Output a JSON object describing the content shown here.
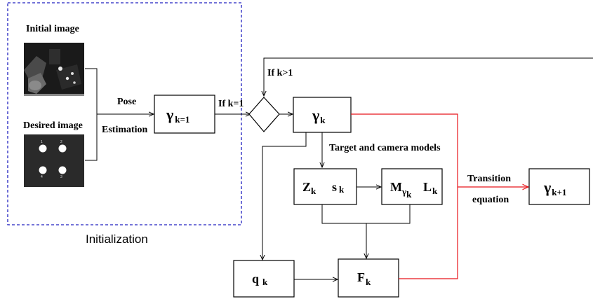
{
  "initialization": {
    "caption": "Initialization",
    "initial_image_label": "Initial image",
    "desired_image_label": "Desired image",
    "desired_points": [
      "1",
      "2",
      "4",
      "3"
    ]
  },
  "pose": {
    "line1": "Pose",
    "line2": "Estimation"
  },
  "gamma_init": {
    "symbol": "γ",
    "subscript": "k=1"
  },
  "condition_k1": "If k=1",
  "condition_kgt1": "If k>1",
  "gamma_k": {
    "symbol": "γ",
    "subscript": "k"
  },
  "models_label": "Target and camera models",
  "z_box": {
    "z": "Z",
    "z_sub": "k",
    "s": "s",
    "s_sub": "k"
  },
  "m_box": {
    "m": "M",
    "m_sub_sym": "γ",
    "m_sub_sub": "k",
    "l": "L",
    "l_sub": "k"
  },
  "transition": {
    "line1": "Transition",
    "line2": "equation"
  },
  "gamma_next": {
    "symbol": "γ",
    "subscript": "k+1"
  },
  "q_box": {
    "q": "q",
    "q_sub": "k"
  },
  "f_box": {
    "f": "F",
    "f_sub": "k"
  },
  "colors": {
    "loop_line": "#e8151b",
    "dashed_border": "#2020c0"
  }
}
